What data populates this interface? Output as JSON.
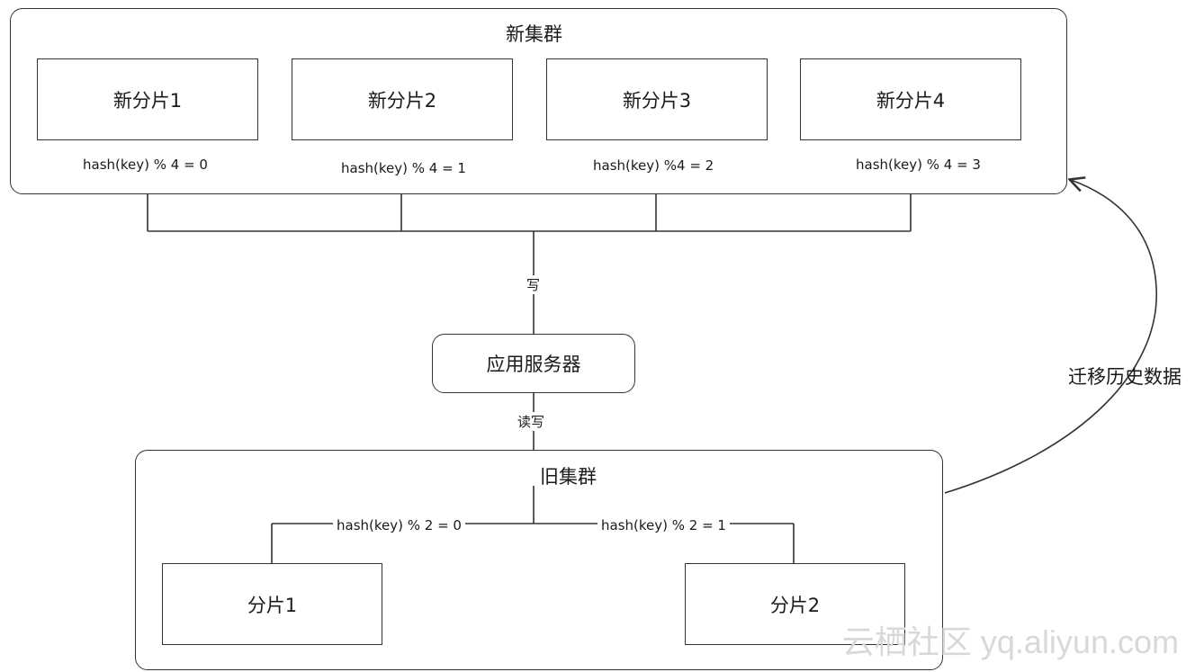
{
  "new_cluster": {
    "title": "新集群",
    "shards": [
      {
        "name": "新分片1",
        "rule": "hash(key) % 4 = 0"
      },
      {
        "name": "新分片2",
        "rule": "hash(key) % 4 = 1"
      },
      {
        "name": "新分片3",
        "rule": "hash(key) %4 = 2"
      },
      {
        "name": "新分片4",
        "rule": "hash(key) % 4 = 3"
      }
    ]
  },
  "app_server": {
    "label": "应用服务器"
  },
  "edges": {
    "write": "写",
    "read_write": "读写"
  },
  "old_cluster": {
    "title": "旧集群",
    "shards": [
      {
        "name": "分片1",
        "rule": "hash(key) % 2 = 0"
      },
      {
        "name": "分片2",
        "rule": "hash(key) % 2 = 1"
      }
    ]
  },
  "migration": {
    "label": "迁移历史数据"
  },
  "watermark": "云栖社区 yq.aliyun.com"
}
